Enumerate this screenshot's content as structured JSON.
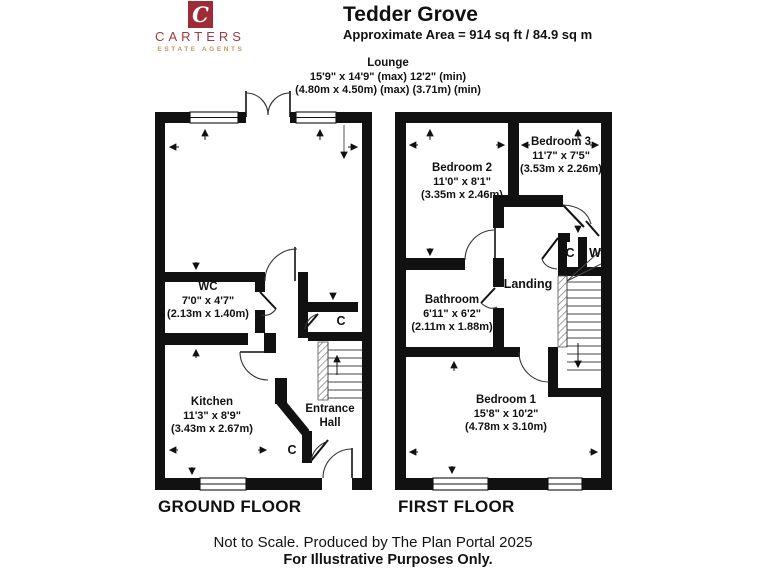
{
  "header": {
    "logo": {
      "initial": "C",
      "brand": "CARTERS",
      "tagline": "ESTATE AGENTS"
    },
    "title": "Tedder Grove",
    "subtitle": "Approximate Area = 914 sq ft / 84.9 sq m"
  },
  "colors": {
    "brand_maroon": "#9E2C37",
    "brand_gold": "#B99A5E",
    "plan_ink": "#111111"
  },
  "ground_floor": {
    "floor_label": "GROUND FLOOR",
    "lounge": {
      "name": "Lounge",
      "imperial": "15'9\" x 14'9\" (max) 12'2\" (min)",
      "metric": "(4.80m x 4.50m) (max) (3.71m) (min)"
    },
    "wc": {
      "name": "WC",
      "imperial": "7'0\" x 4'7\"",
      "metric": "(2.13m x 1.40m)"
    },
    "kitchen": {
      "name": "Kitchen",
      "imperial": "11'3\" x 8'9\"",
      "metric": "(3.43m x 2.67m)"
    },
    "entrance_hall": {
      "line1": "Entrance",
      "line2": "Hall"
    },
    "hall_cupboard": "C",
    "understairs_cupboard": "C"
  },
  "first_floor": {
    "floor_label": "FIRST FLOOR",
    "bedroom2": {
      "name": "Bedroom 2",
      "imperial": "11'0\" x 8'1\"",
      "metric": "(3.35m x 2.46m)"
    },
    "bedroom3": {
      "name": "Bedroom 3",
      "imperial": "11'7\" x 7'5\"",
      "metric": "(3.53m x 2.26m)"
    },
    "bathroom": {
      "name": "Bathroom",
      "imperial": "6'11\" x 6'2\"",
      "metric": "(2.11m x 1.88m)"
    },
    "bedroom1": {
      "name": "Bedroom 1",
      "imperial": "15'8\" x 10'2\"",
      "metric": "(4.78m x 3.10m)"
    },
    "landing": "Landing",
    "cupboard": "C",
    "wardrobe": "W"
  },
  "footer": {
    "line1": "Not to Scale. Produced by The Plan Portal 2025",
    "line2": "For Illustrative Purposes Only."
  }
}
